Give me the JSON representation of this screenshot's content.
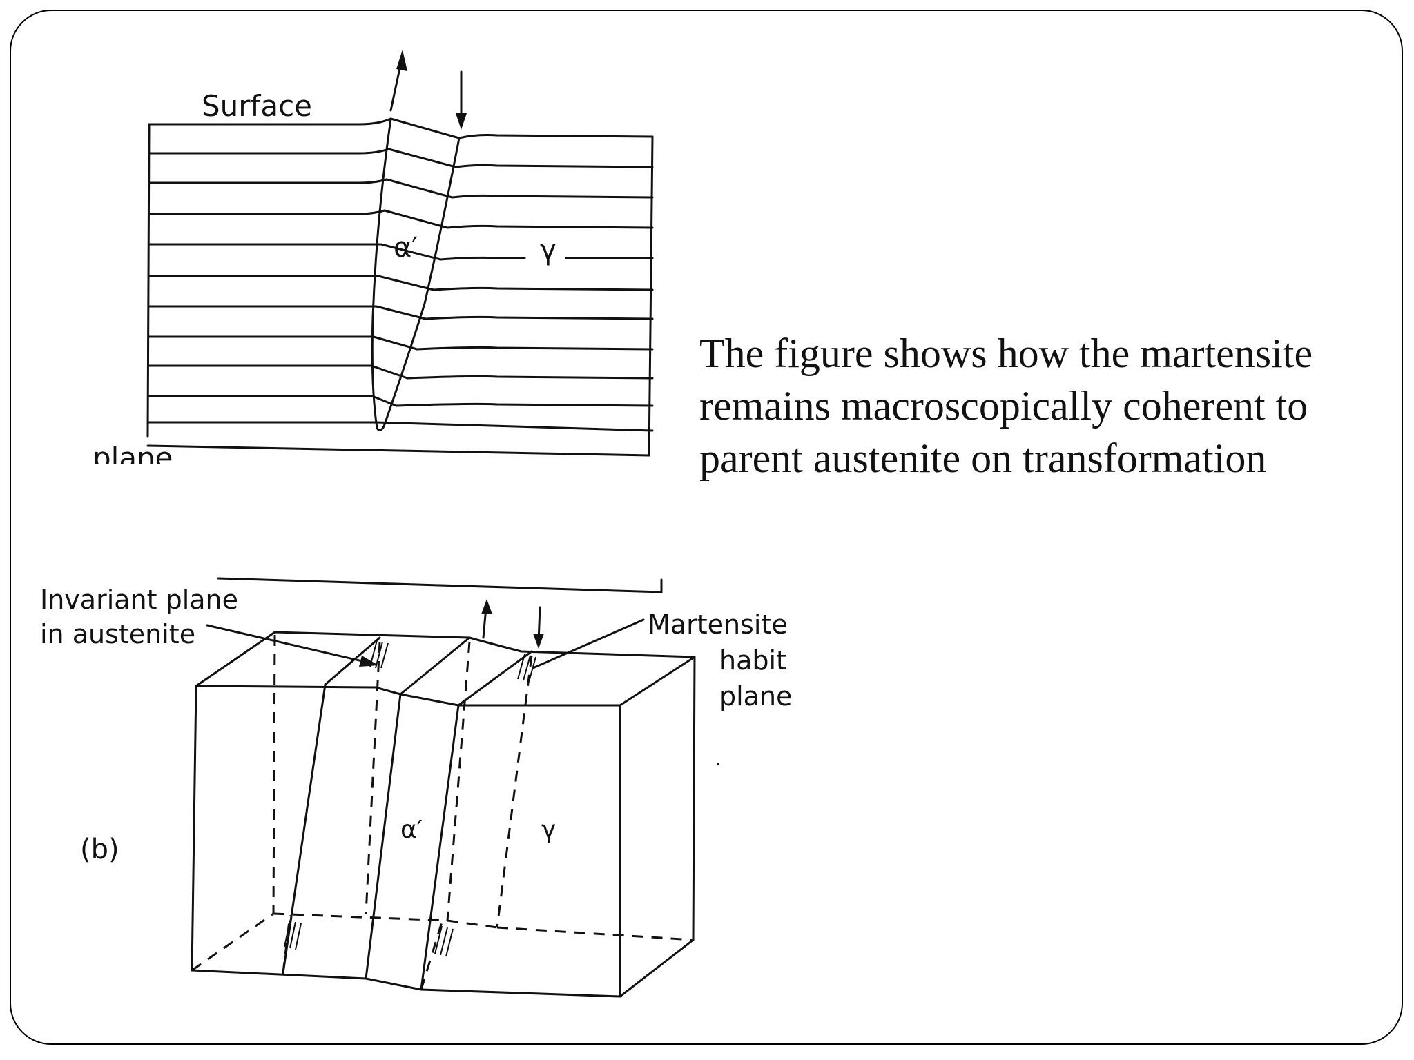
{
  "figure_a": {
    "surface_label": "Surface",
    "alpha_label": "α′",
    "gamma_label": "γ",
    "cut_label": "plane"
  },
  "figure_b": {
    "panel_label": "(b)",
    "invariant_label_line1": "Invariant plane",
    "invariant_label_line2": "in austenite",
    "martensite_label_line1": "Martensite",
    "martensite_label_line2": "habit",
    "martensite_label_line3": "plane",
    "alpha_label": "α′",
    "gamma_label": "γ"
  },
  "caption": {
    "line1": "The  figure shows how the martensite",
    "line2": "remains macroscopically coherent to",
    "line3": "parent austenite on transformation"
  }
}
